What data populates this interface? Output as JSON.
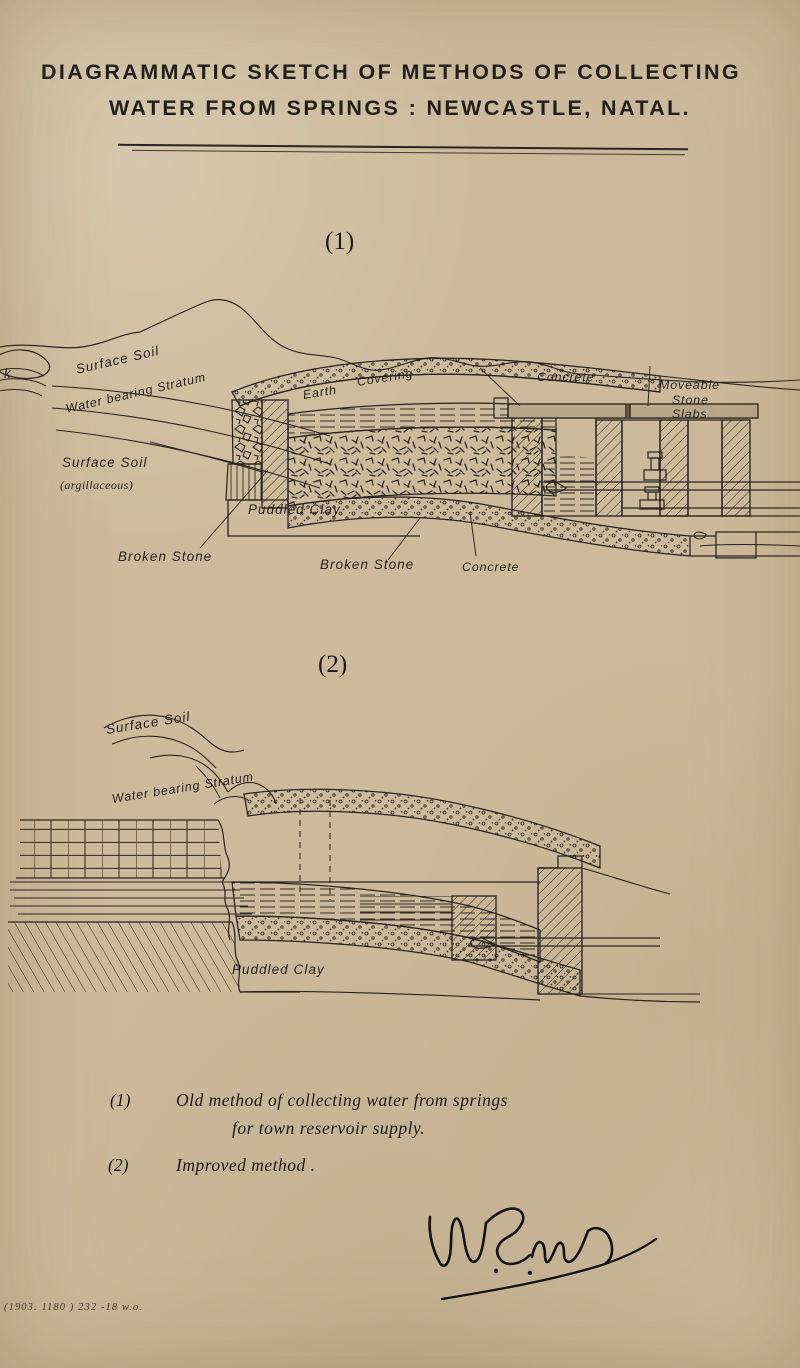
{
  "page": {
    "background_color": "#cbbb9c",
    "ink_color": "#241f18"
  },
  "title": {
    "line1": "DIAGRAMMATIC SKETCH OF METHODS OF COLLECTING",
    "line2": "WATER FROM SPRINGS :  NEWCASTLE, NATAL."
  },
  "figures": [
    {
      "number": "(1)",
      "labels": {
        "rock_partial": "k",
        "surface_soil_upper": "Surface Soil",
        "water_bearing_stratum": "Water bearing Stratum",
        "surface_soil_left": "Surface Soil",
        "argillaceous": "(argillaceous)",
        "earth_covering_earth": "Earth",
        "earth_covering_covering": "Covering",
        "concrete_top": "Concrete",
        "moveable_line1": "Moveable",
        "moveable_line2": "Stone",
        "moveable_line3": "Slabs",
        "puddled_clay": "Puddled  Clay",
        "broken_stone_left": "Broken Stone",
        "broken_stone_mid": "Broken Stone",
        "concrete_bottom": "Concrete"
      }
    },
    {
      "number": "(2)",
      "labels": {
        "surface_soil": "Surface Soil",
        "water_bearing_stratum": "Water bearing Stratum",
        "puddled_clay": "Puddled  Clay"
      }
    }
  ],
  "captions": [
    {
      "number": "(1)",
      "line1": "Old method of collecting water from  springs",
      "line2": "for town reservoir supply."
    },
    {
      "number": "(2)",
      "line1": "Improved  method .",
      "line2": ""
    }
  ],
  "signature": {
    "text": "W.E.M.",
    "description": "handwritten-signature-with-flourish"
  },
  "print_mark": "(1903. 1180 ) 232 -18  w.o."
}
